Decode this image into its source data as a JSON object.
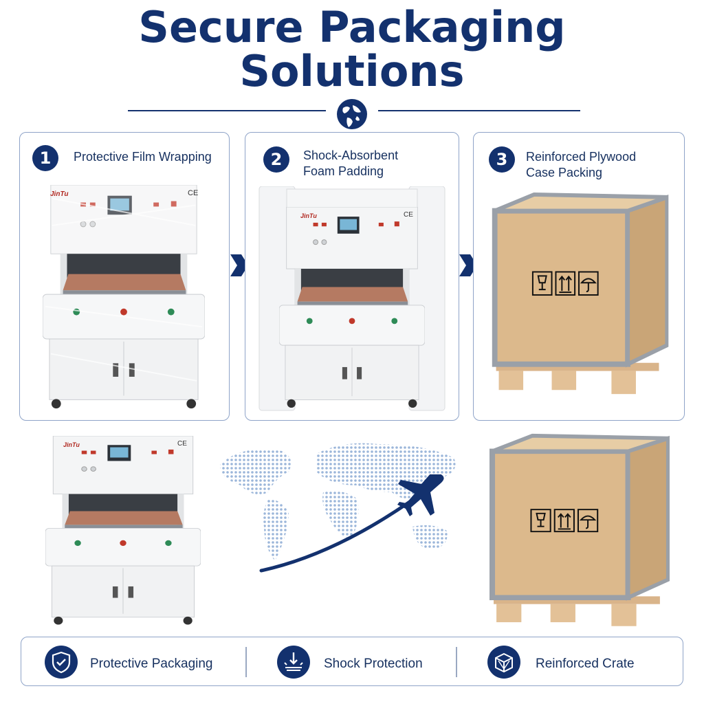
{
  "title": {
    "line1": "Secure Packaging",
    "line2": "Solutions"
  },
  "steps": [
    {
      "number": "1",
      "label_line1": "Protective Film Wrapping",
      "label_line2": ""
    },
    {
      "number": "2",
      "label_line1": "Shock-Absorbent",
      "label_line2": "Foam Padding"
    },
    {
      "number": "3",
      "label_line1": "Reinforced Plywood",
      "label_line2": "Case Packing"
    }
  ],
  "machine": {
    "brand": "JinTu",
    "ce_mark": "CE"
  },
  "features": [
    {
      "label": "Protective Packaging",
      "icon": "shield-check-icon"
    },
    {
      "label": "Shock Protection",
      "icon": "shock-impact-icon"
    },
    {
      "label": "Reinforced Crate",
      "icon": "crate-box-icon"
    }
  ],
  "colors": {
    "navy": "#13316e",
    "plywood": "#dcb98c",
    "frame": "#9aa0a8",
    "machine": "#f4f5f6"
  }
}
